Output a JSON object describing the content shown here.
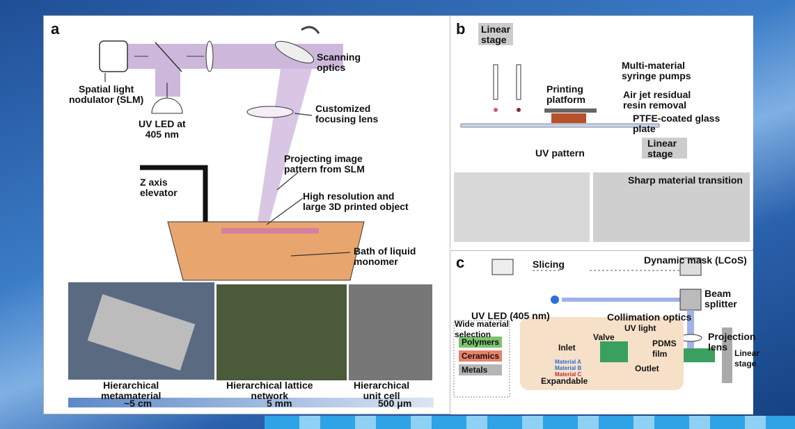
{
  "panel_a": {
    "label": "a",
    "slm": "Spatial light\nnodulator (SLM)",
    "uv_led": "UV LED at\n405 nm",
    "scanning": "Scanning\noptics",
    "focusing": "Customized\nfocusing lens",
    "projecting": "Projecting image\npattern from SLM",
    "z_axis": "Z axis\nelevator",
    "high_res": "High resolution and\nlarge 3D printed object",
    "bath": "Bath of liquid\nmonomer",
    "photos": [
      {
        "caption": "Hierarchical\nmetamaterial",
        "scale": "~5 cm"
      },
      {
        "caption": "Hierarchical lattice\nnetwork",
        "scale": "5 mm"
      },
      {
        "caption": "Hierarchical\nunit cell",
        "scale": "500 μm"
      }
    ]
  },
  "panel_b": {
    "label": "b",
    "linear_stage_top": "Linear\nstage",
    "syringe": "Multi-material\nsyringe pumps",
    "printing_platform": "Printing\nplatform",
    "air_jet": "Air jet residual\nresin removal",
    "ptfe": "PTFE-coated glass\nplate",
    "uv_pattern": "UV pattern",
    "linear_stage_bottom": "Linear\nstage",
    "sharp": "Sharp material transition"
  },
  "panel_c": {
    "label": "c",
    "slicing": "Slicing",
    "dynamic_mask": "Dynamic mask (LCoS)",
    "uv_led": "UV LED  (405 nm)",
    "beam_splitter": "Beam\nsplitter",
    "collimation": "Collimation optics",
    "projection": "Projection\nlens",
    "wide_material": "Wide material\nselection",
    "materials": [
      "Polymers",
      "Ceramics",
      "Metals"
    ],
    "uv_light": "UV light",
    "inlet": "Inlet",
    "valve": "Valve",
    "pdms": "PDMS\nfilm",
    "mat_a": "Material A",
    "mat_b": "Material B",
    "mat_c": "Material C",
    "outlet": "Outlet",
    "expandable": "Expandable",
    "linear_stage": "Linear\nstage"
  },
  "colors": {
    "beam": "#c9b3d9",
    "bath": "#e8a66e",
    "polymers": "#7cc36e",
    "ceramics": "#e8826a",
    "metals": "#b5b5b5"
  }
}
